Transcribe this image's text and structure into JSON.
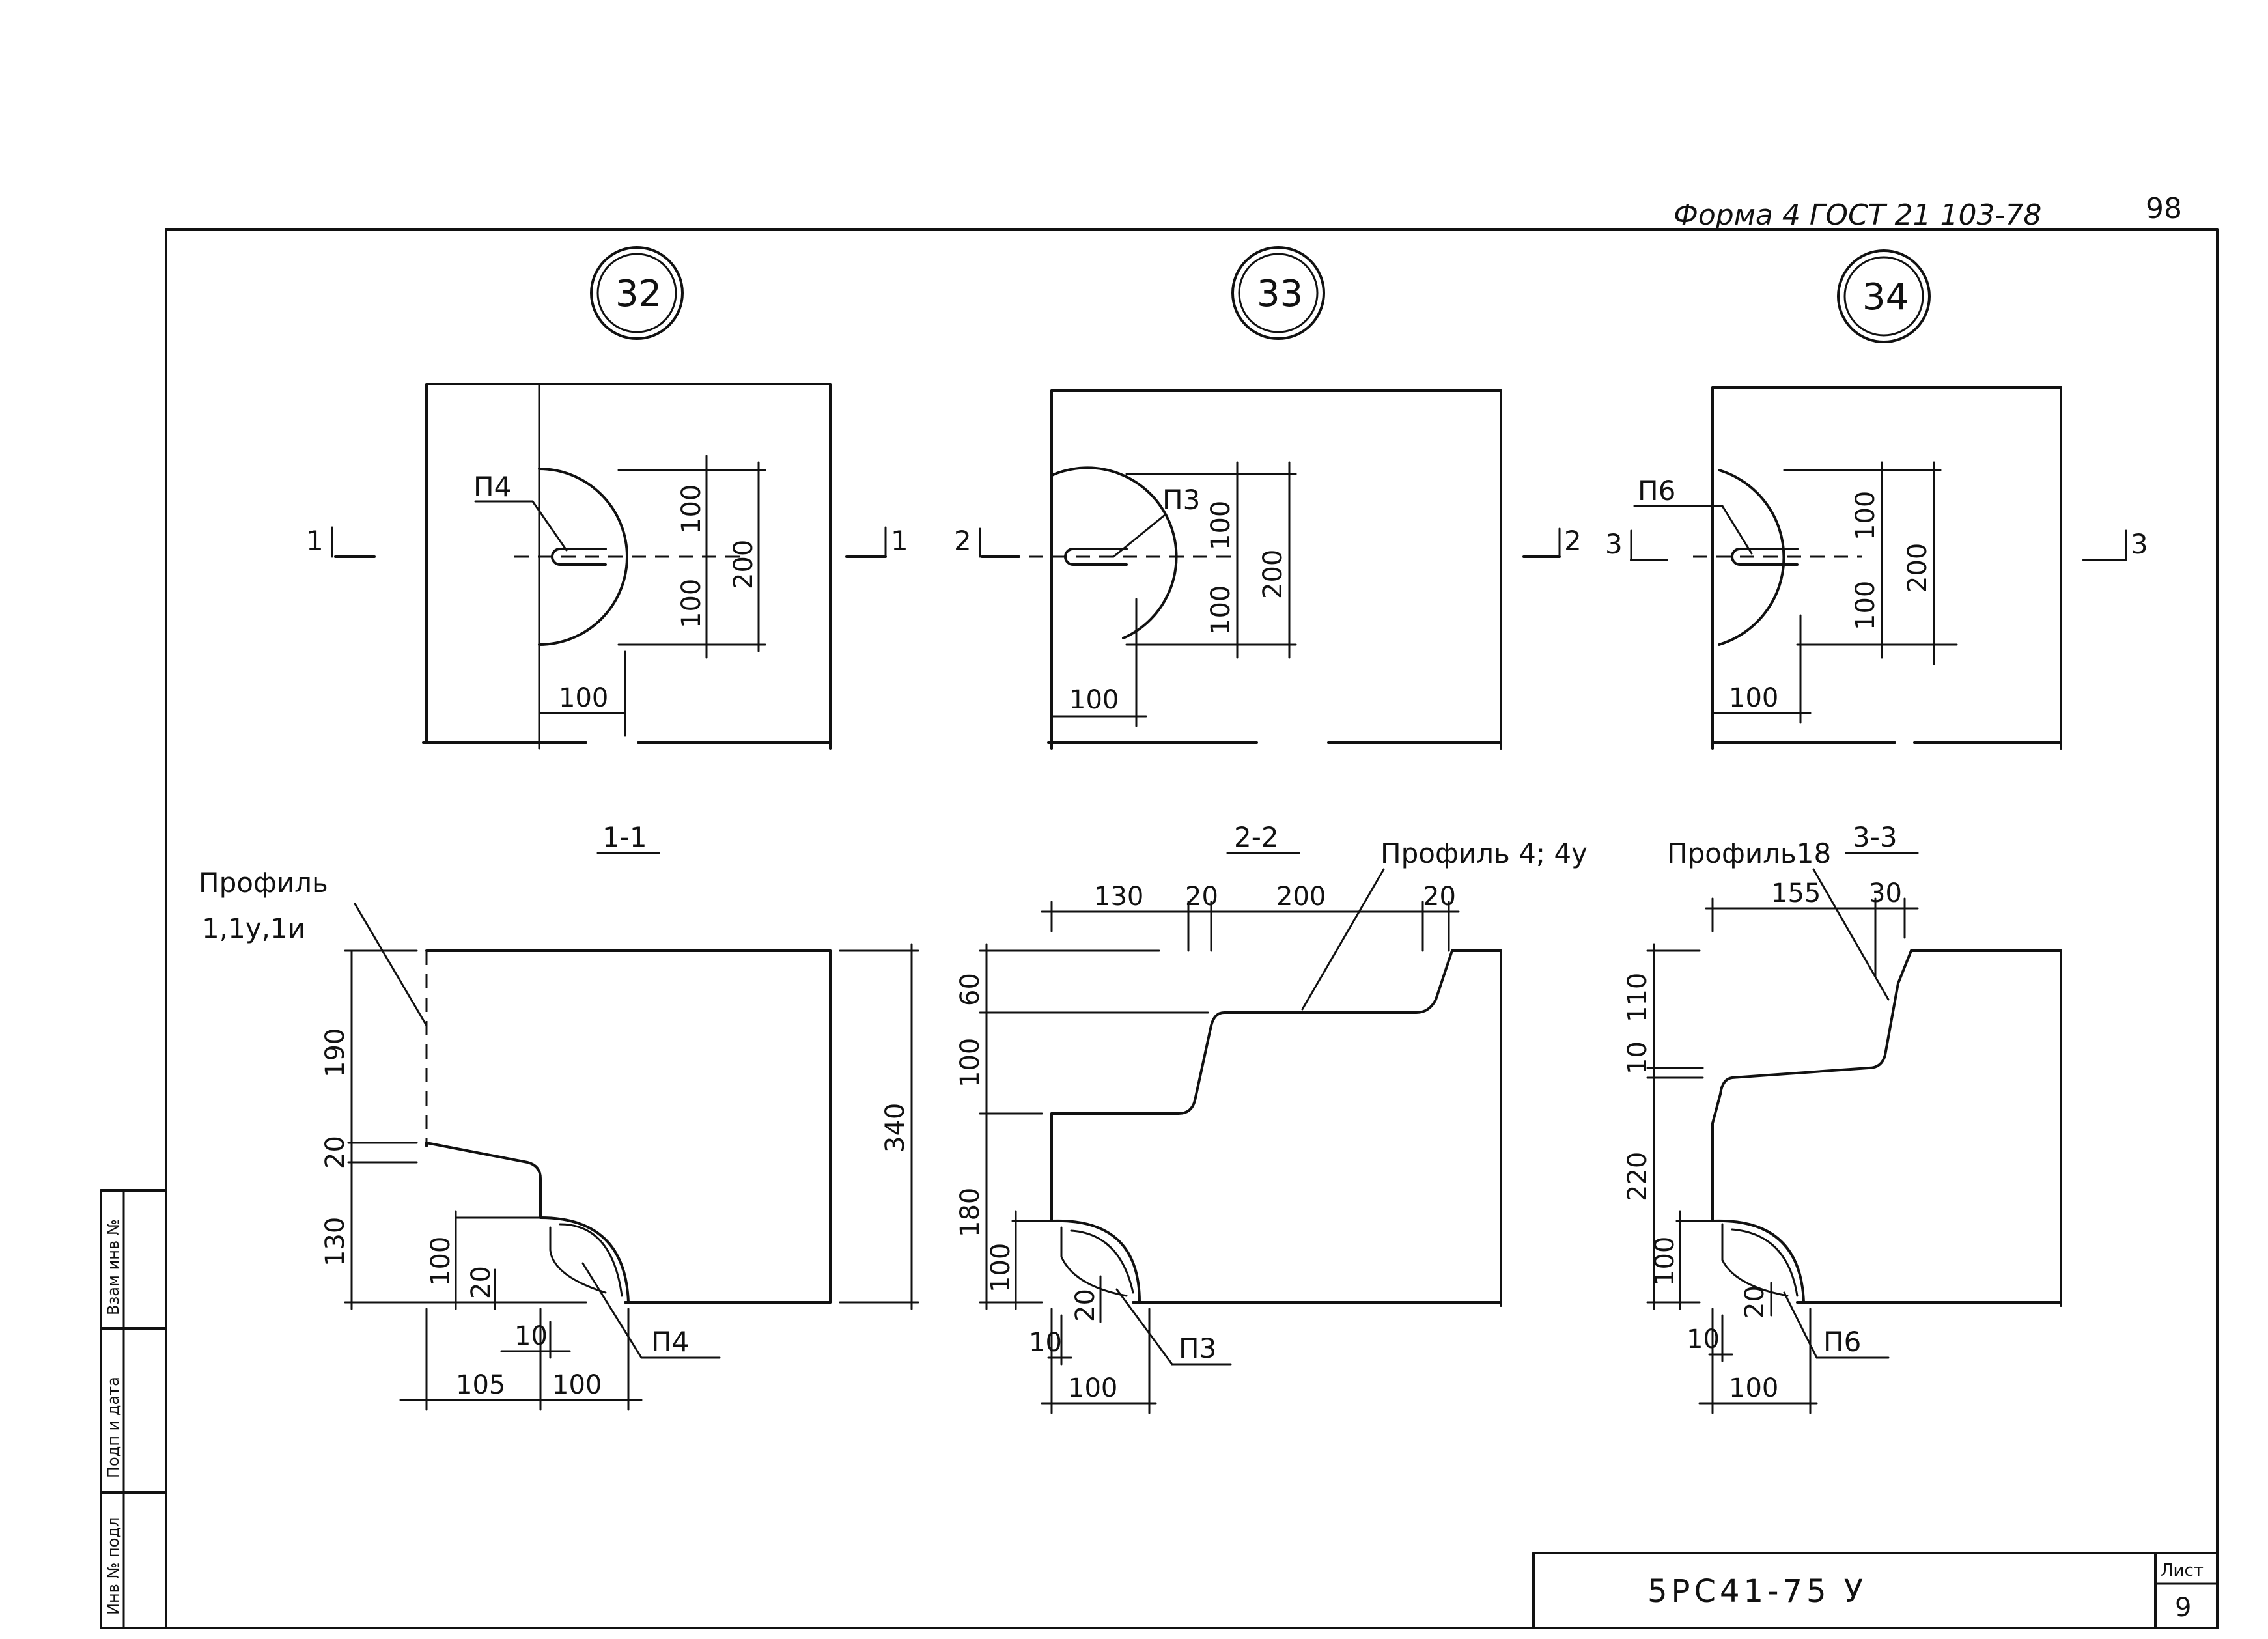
{
  "header": {
    "form_note": "Форма 4 ГОСТ 21 103-78",
    "page_number": "98"
  },
  "details": [
    {
      "number": "32",
      "profile_mark": "П4",
      "cut_label": "1",
      "dims": {
        "half_up": "100",
        "half_down": "100",
        "height": "200",
        "width": "100"
      }
    },
    {
      "number": "33",
      "profile_mark": "П3",
      "cut_label": "2",
      "dims": {
        "half_up": "100",
        "half_down": "100",
        "height": "200",
        "width": "100"
      }
    },
    {
      "number": "34",
      "profile_mark": "П6",
      "cut_label": "3",
      "dims": {
        "half_up": "100",
        "half_down": "100",
        "height": "200",
        "width": "100"
      }
    }
  ],
  "sections": [
    {
      "title": "1-1",
      "profile_note": "Профиль",
      "profile_note_2": "1,1у,1и",
      "mark": "П4",
      "dims": {
        "d190": "190",
        "d20a": "20",
        "d130": "130",
        "d340": "340",
        "d100v": "100",
        "d20b": "20",
        "d10": "10",
        "d105": "105",
        "d100h": "100"
      }
    },
    {
      "title": "2-2",
      "profile_note": "Профиль 4; 4у",
      "mark": "П3",
      "dims": {
        "d130": "130",
        "d20a": "20",
        "d200": "200",
        "d20b": "20",
        "d60": "60",
        "d100": "100",
        "d180": "180",
        "d100v": "100",
        "d20c": "20",
        "d10": "10",
        "d100h": "100"
      }
    },
    {
      "title": "3-3",
      "profile_note": "Профиль18",
      "mark": "П6",
      "dims": {
        "d155": "155",
        "d30": "30",
        "d110": "110",
        "d10a": "10",
        "d220": "220",
        "d100v": "100",
        "d20": "20",
        "d10b": "10",
        "d100h": "100"
      }
    }
  ],
  "side_stamp": [
    "Инв № подл",
    "Подп и дата",
    "Взам инв №"
  ],
  "title_block": {
    "drawing_code": "5РС41-75 У",
    "sheet_label": "Лист",
    "sheet_number": "9"
  }
}
